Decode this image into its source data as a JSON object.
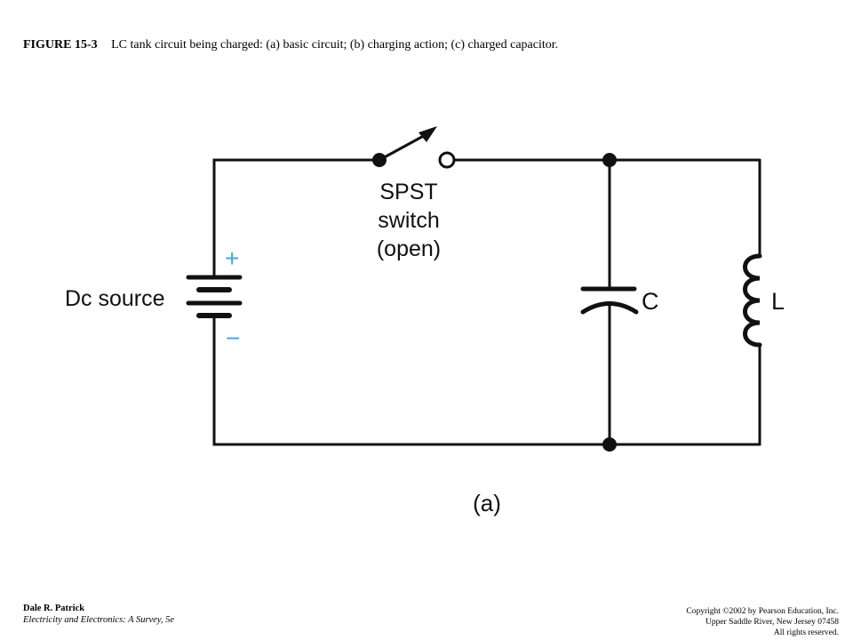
{
  "figure": {
    "number": "FIGURE 15-3",
    "caption": "LC tank circuit being charged: (a) basic circuit; (b) charging action; (c) charged capacitor."
  },
  "diagram": {
    "source_label": "Dc source",
    "plus_sign": "+",
    "minus_sign": "−",
    "switch_label_line1": "SPST",
    "switch_label_line2": "switch",
    "switch_label_line3": "(open)",
    "capacitor_label": "C",
    "inductor_label": "L",
    "part_label": "(a)",
    "polarity_color": "#4aa3e0",
    "wire_color": "#111111"
  },
  "footer": {
    "author": "Dale R. Patrick",
    "book": "Electricity and Electronics: A Survey, 5e",
    "copyright_line1": "Copyright ©2002 by Pearson Education, Inc.",
    "copyright_line2": "Upper Saddle River, New Jersey 07458",
    "copyright_line3": "All rights reserved."
  }
}
